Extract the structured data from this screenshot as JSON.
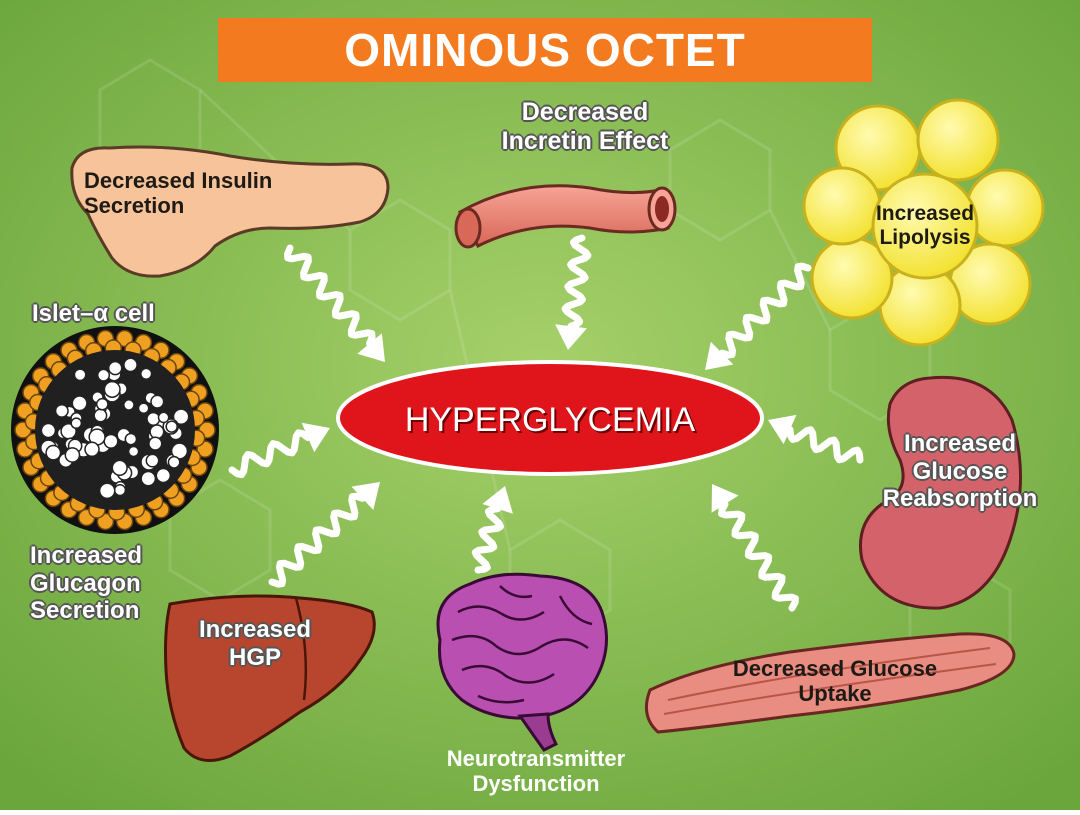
{
  "title": "OMINOUS OCTET",
  "center": "HYPERGLYCEMIA",
  "colors": {
    "background": "#7fb64a",
    "banner": "#f47a1f",
    "center_ellipse": "#e0141b",
    "pancreas": "#f7c39a",
    "intestine": "#ef8a7c",
    "fat": "#f8ec3e",
    "kidney": "#d4626a",
    "muscle": "#e98c82",
    "brain": "#b94fb0",
    "liver": "#b8462e",
    "islet_ring": "#f0a020"
  },
  "labels": {
    "insulin": [
      "Decreased Insulin",
      "Secretion"
    ],
    "incretin": [
      "Decreased",
      "Incretin Effect"
    ],
    "lipolysis": [
      "Increased",
      "Lipolysis"
    ],
    "islet": "Islet–α cell",
    "glucagon": [
      "Increased",
      "Glucagon",
      "Secretion"
    ],
    "hgp": [
      "Increased",
      "HGP"
    ],
    "neuro": [
      "Neurotransmitter",
      "Dysfunction"
    ],
    "uptake": [
      "Decreased Glucose",
      "Uptake"
    ],
    "reabsorption": [
      "Increased",
      "Glucose",
      "Reabsorption"
    ]
  }
}
